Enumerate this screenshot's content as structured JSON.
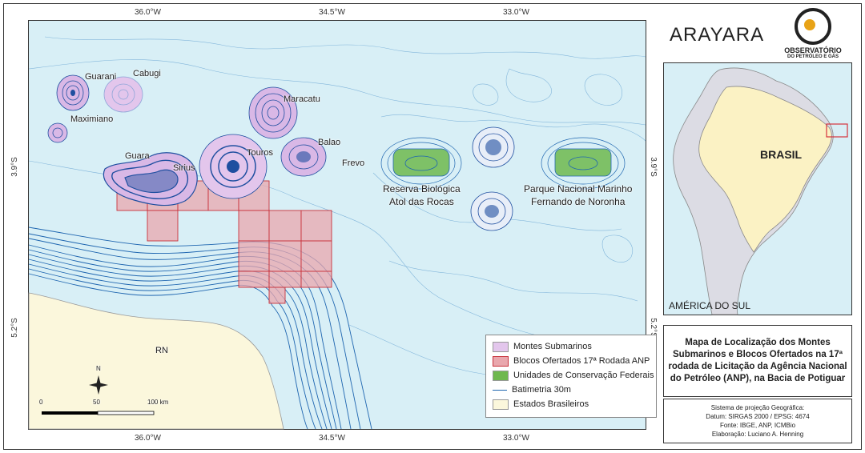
{
  "coords": {
    "top": [
      "36.0°W",
      "34.5°W",
      "33.0°W"
    ],
    "bottom": [
      "36.0°W",
      "34.5°W",
      "33.0°W"
    ],
    "left": [
      "3.9°S",
      "5.2°S"
    ],
    "right": [
      "3.9°S",
      "5.2°S"
    ]
  },
  "features": {
    "guarani": "Guarani",
    "cabugi": "Cabugi",
    "maximiano": "Maximiano",
    "maracatu": "Maracatu",
    "balao": "Balao",
    "frevo": "Frevo",
    "guara": "Guara",
    "sirius": "Sirius",
    "touros": "Touros",
    "rn": "RN",
    "rocas_1": "Reserva Biológica",
    "rocas_2": "Atol das Rocas",
    "noronha_1": "Parque Nacional Marinho",
    "noronha_2": "Fernando de Noronha"
  },
  "legend": {
    "items": [
      {
        "label": "Montes Submarinos",
        "color": "#e3c6ec"
      },
      {
        "label": "Blocos Ofertados 17ª Rodada ANP",
        "color": "#e9a7ad"
      },
      {
        "label": "Unidades de Conservação Federais",
        "color": "#6fb84e"
      },
      {
        "label": "Batimetria 30m",
        "color": "#1f66b0"
      },
      {
        "label": "Estados Brasileiros",
        "color": "#fbf7dc"
      }
    ]
  },
  "scale": {
    "l0": "0",
    "l1": "50",
    "l2": "100 km"
  },
  "north": "N",
  "logos": {
    "arayara": "ARAYARA",
    "obs_1": "OBSERVATÓRIO",
    "obs_2": "DO PETRÓLEO E GÁS"
  },
  "inset": {
    "country": "BRASIL",
    "continent": "AMÉRICA DO SUL"
  },
  "title": "Mapa de Localização dos Montes Submarinos e Blocos Ofertados na 17ª rodada de Licitação da Agência Nacional do Petróleo  (ANP), na Bacia de Potiguar",
  "credits": {
    "l1": "Sistema de projeção Geográfica:",
    "l2": "Datum: SIRGAS 2000 / EPSG: 4674",
    "l3": "Fonte: IBGE, ANP, ICMBio",
    "l4": "Elaboração: Luciano A. Henning"
  }
}
